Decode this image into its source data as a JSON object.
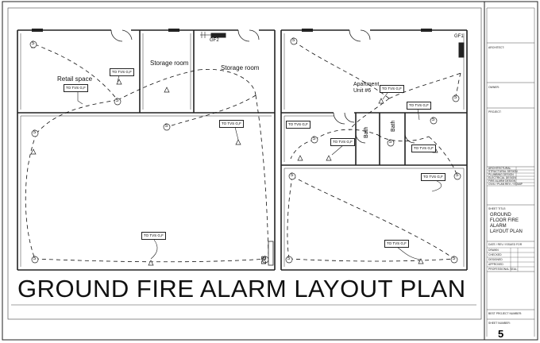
{
  "drawing": {
    "title": "GROUND  FIRE ALARM LAYOUT PLAN",
    "rooms": {
      "retail": "Retail space",
      "storage1": "Storage room",
      "storage2": "Storage room",
      "apartment_line1": "Apartment",
      "apartment_line2": "Unit #6",
      "bath1": "Bath",
      "bath2": "Bath"
    },
    "panels": {
      "gf1": "GF1",
      "gf2": "GF2"
    },
    "db_label": "DB",
    "detector_symbol": "S",
    "tags": [
      "TO TVS G,F",
      "TO TVS G,F",
      "TO TVS G,F",
      "TO TVS G,F",
      "TO TVS G,F",
      "TO TVS G,F",
      "TO TVS G,F",
      "TO TVS G,F",
      "TO TVS G,F",
      "TO TVS G,F"
    ]
  },
  "title_block": {
    "architect_label": "ARCHITECT:",
    "owner_label": "OWNER:",
    "project_label": "PROJECT:",
    "rev_rows": [
      "ARCHITECTURAL",
      "STRUCTURAL DESIGN",
      "PLUMBING DESIGN",
      "ELECTRICAL DESIGN",
      "FIRE ALARM DESIGN",
      "CIVIL / PLAN REV. / STAMP"
    ],
    "sheet_title_label": "SHEET TITLE:",
    "sheet_title_lines": [
      "GROUND",
      "FLOOR  FIRE",
      "ALARM",
      "LAYOUT PLAN"
    ],
    "info_rows": [
      "DATE / REV / ISSUED FOR",
      "DRAWN",
      "CHECKED",
      "DESIGNED",
      "APPROVED"
    ],
    "seal_label": "PROFESSIONAL SEAL:",
    "project_number_label": "BEST PROJECT NUMBER:",
    "sheet_number_label": "SHEET NUMBER:",
    "sheet_number": "5"
  }
}
